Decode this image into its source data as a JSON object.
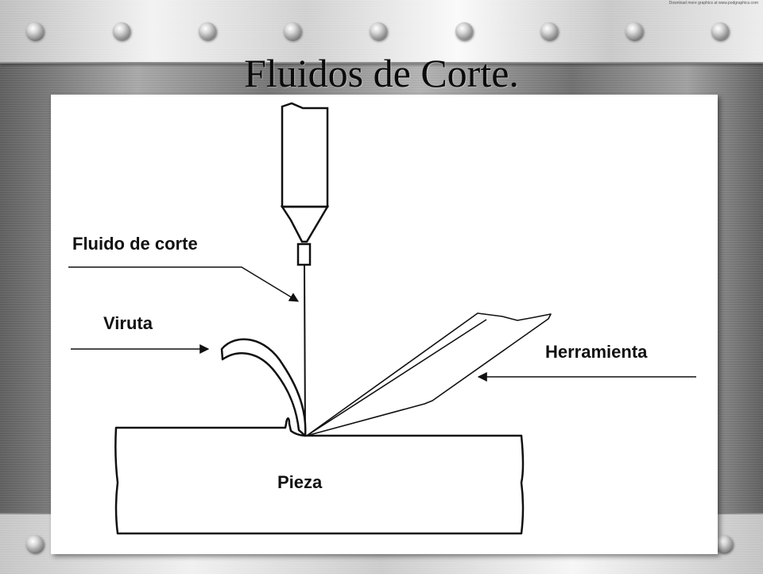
{
  "slide": {
    "title": "Fluidos de Corte.",
    "watermark": "Download more graphics at www.podgraphics.com"
  },
  "diagram": {
    "labels": {
      "fluid": "Fluido de corte",
      "chip": "Viruta",
      "tool": "Herramienta",
      "workpiece": "Pieza"
    }
  }
}
